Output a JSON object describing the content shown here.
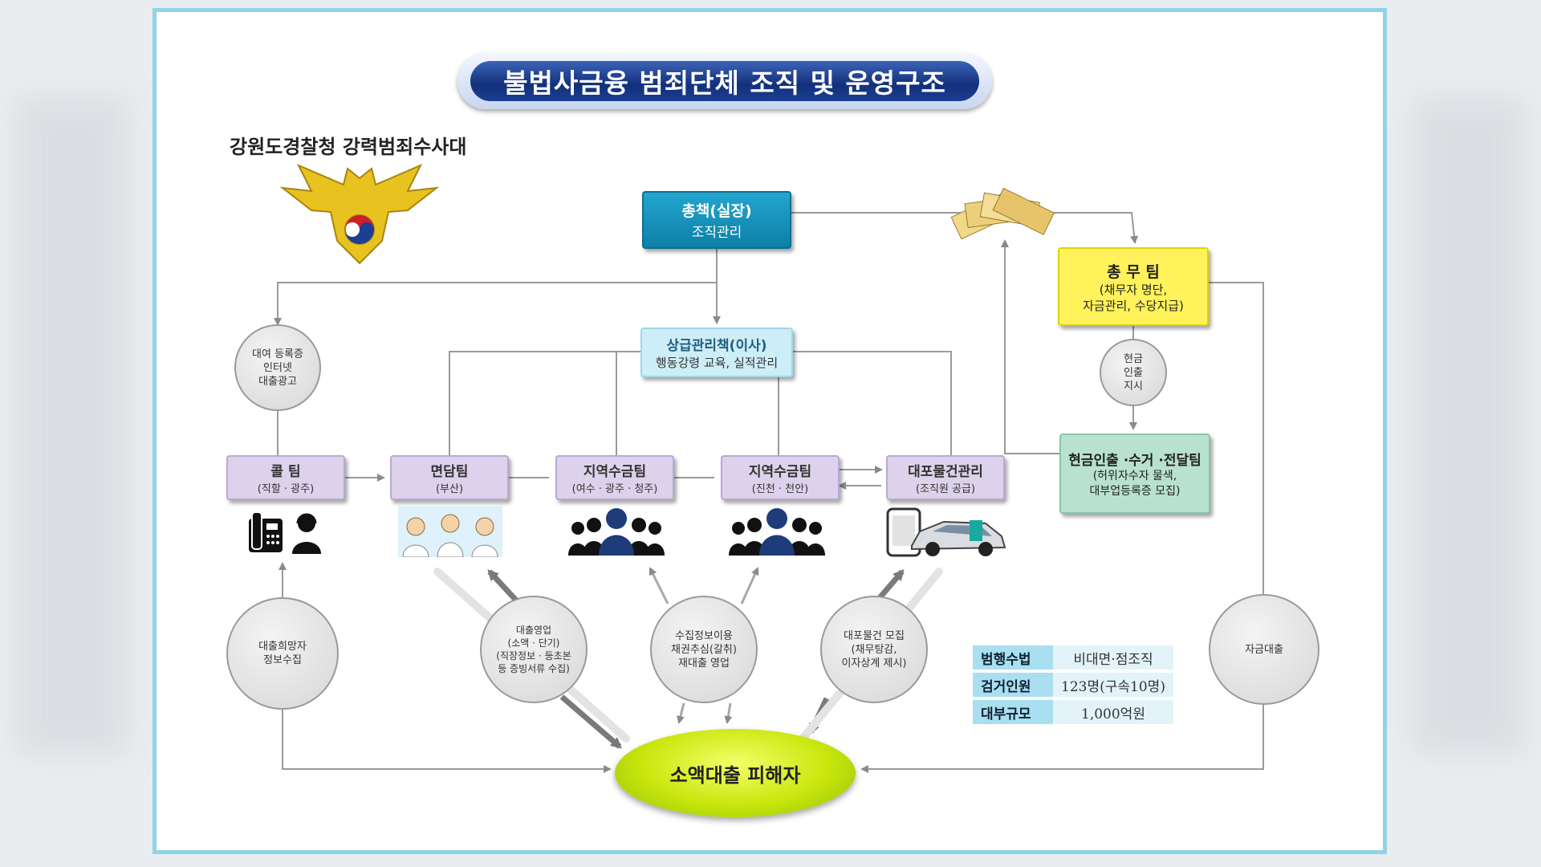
{
  "title": "불법사금융 범죄단체 조직 및 운영구조",
  "department": "강원도경찰청 강력범죄수사대",
  "boss": {
    "title": "총책(실장)",
    "role": "조직관리"
  },
  "manager": {
    "title": "상급관리책(이사)",
    "role": "행동강령 교육, 실적관리"
  },
  "general_team": {
    "title": "총 무 팀",
    "desc": "(채무자 명단,\n자금관리, 수당지급)"
  },
  "cash_team": {
    "title": "현금인출 ·수거 ·전달팀",
    "desc": "(허위자수자 물색,\n대부업등록증 모집)"
  },
  "teams": [
    {
      "title": "콜 팀",
      "sub": "(직할 · 광주)"
    },
    {
      "title": "면담팀",
      "sub": "(부산)"
    },
    {
      "title": "지역수금팀",
      "sub": "(여수 · 광주 · 청주)"
    },
    {
      "title": "지역수금팀",
      "sub": "(진천 · 천안)"
    },
    {
      "title": "대포물건관리",
      "sub": "(조직원 공급)"
    }
  ],
  "circles": {
    "ads": "대여 등록증\n인터넷\n대출광고",
    "cash_order": "현금\n인출\n지시",
    "collect_info": "대출희망자\n정보수집",
    "loan_sales": "대출영업\n(소액 · 단기)\n(직장정보 · 등초본\n등 증빙서류 수집)",
    "debt_collect": "수집정보이용\n채권추심(갈취)\n재대출 영업",
    "fake_goods": "대포물건 모집\n(채무탕감,\n이자상계 제시)",
    "fund_loan": "자금대출"
  },
  "victim": "소액대출 피해자",
  "stats": [
    {
      "key": "범행수법",
      "value": "비대면·점조직"
    },
    {
      "key": "검거인원",
      "value": "123명(구속10명)"
    },
    {
      "key": "대부규모",
      "value": "1,000억원"
    }
  ],
  "colors": {
    "boss": "#1597c2",
    "manager": "#cdeef7",
    "team": "#ddd2eb",
    "general_team": "#fff25a",
    "cash_team": "#b8e2cf",
    "victim": "#c8e60c",
    "title_bar": "#1c3f93",
    "frame": "#8fd3e6"
  },
  "icons": [
    "police-emblem-icon",
    "money-fan-icon",
    "telephone-icon",
    "operator-icon",
    "people-meeting-icon",
    "crowd-icon",
    "car-icon",
    "phone-device-icon"
  ]
}
